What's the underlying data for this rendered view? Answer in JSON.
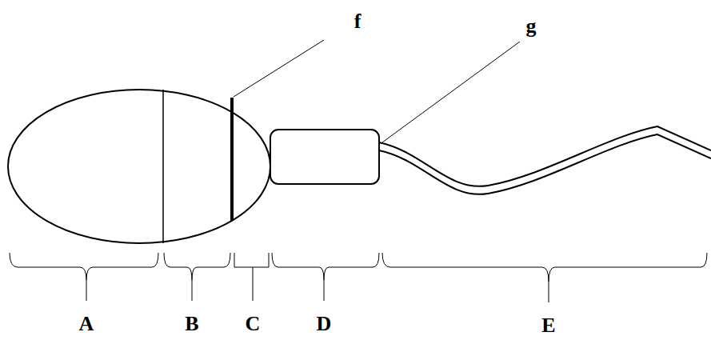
{
  "diagram": {
    "labels": [
      "f",
      "g",
      "A",
      "B",
      "C",
      "D",
      "E"
    ]
  }
}
